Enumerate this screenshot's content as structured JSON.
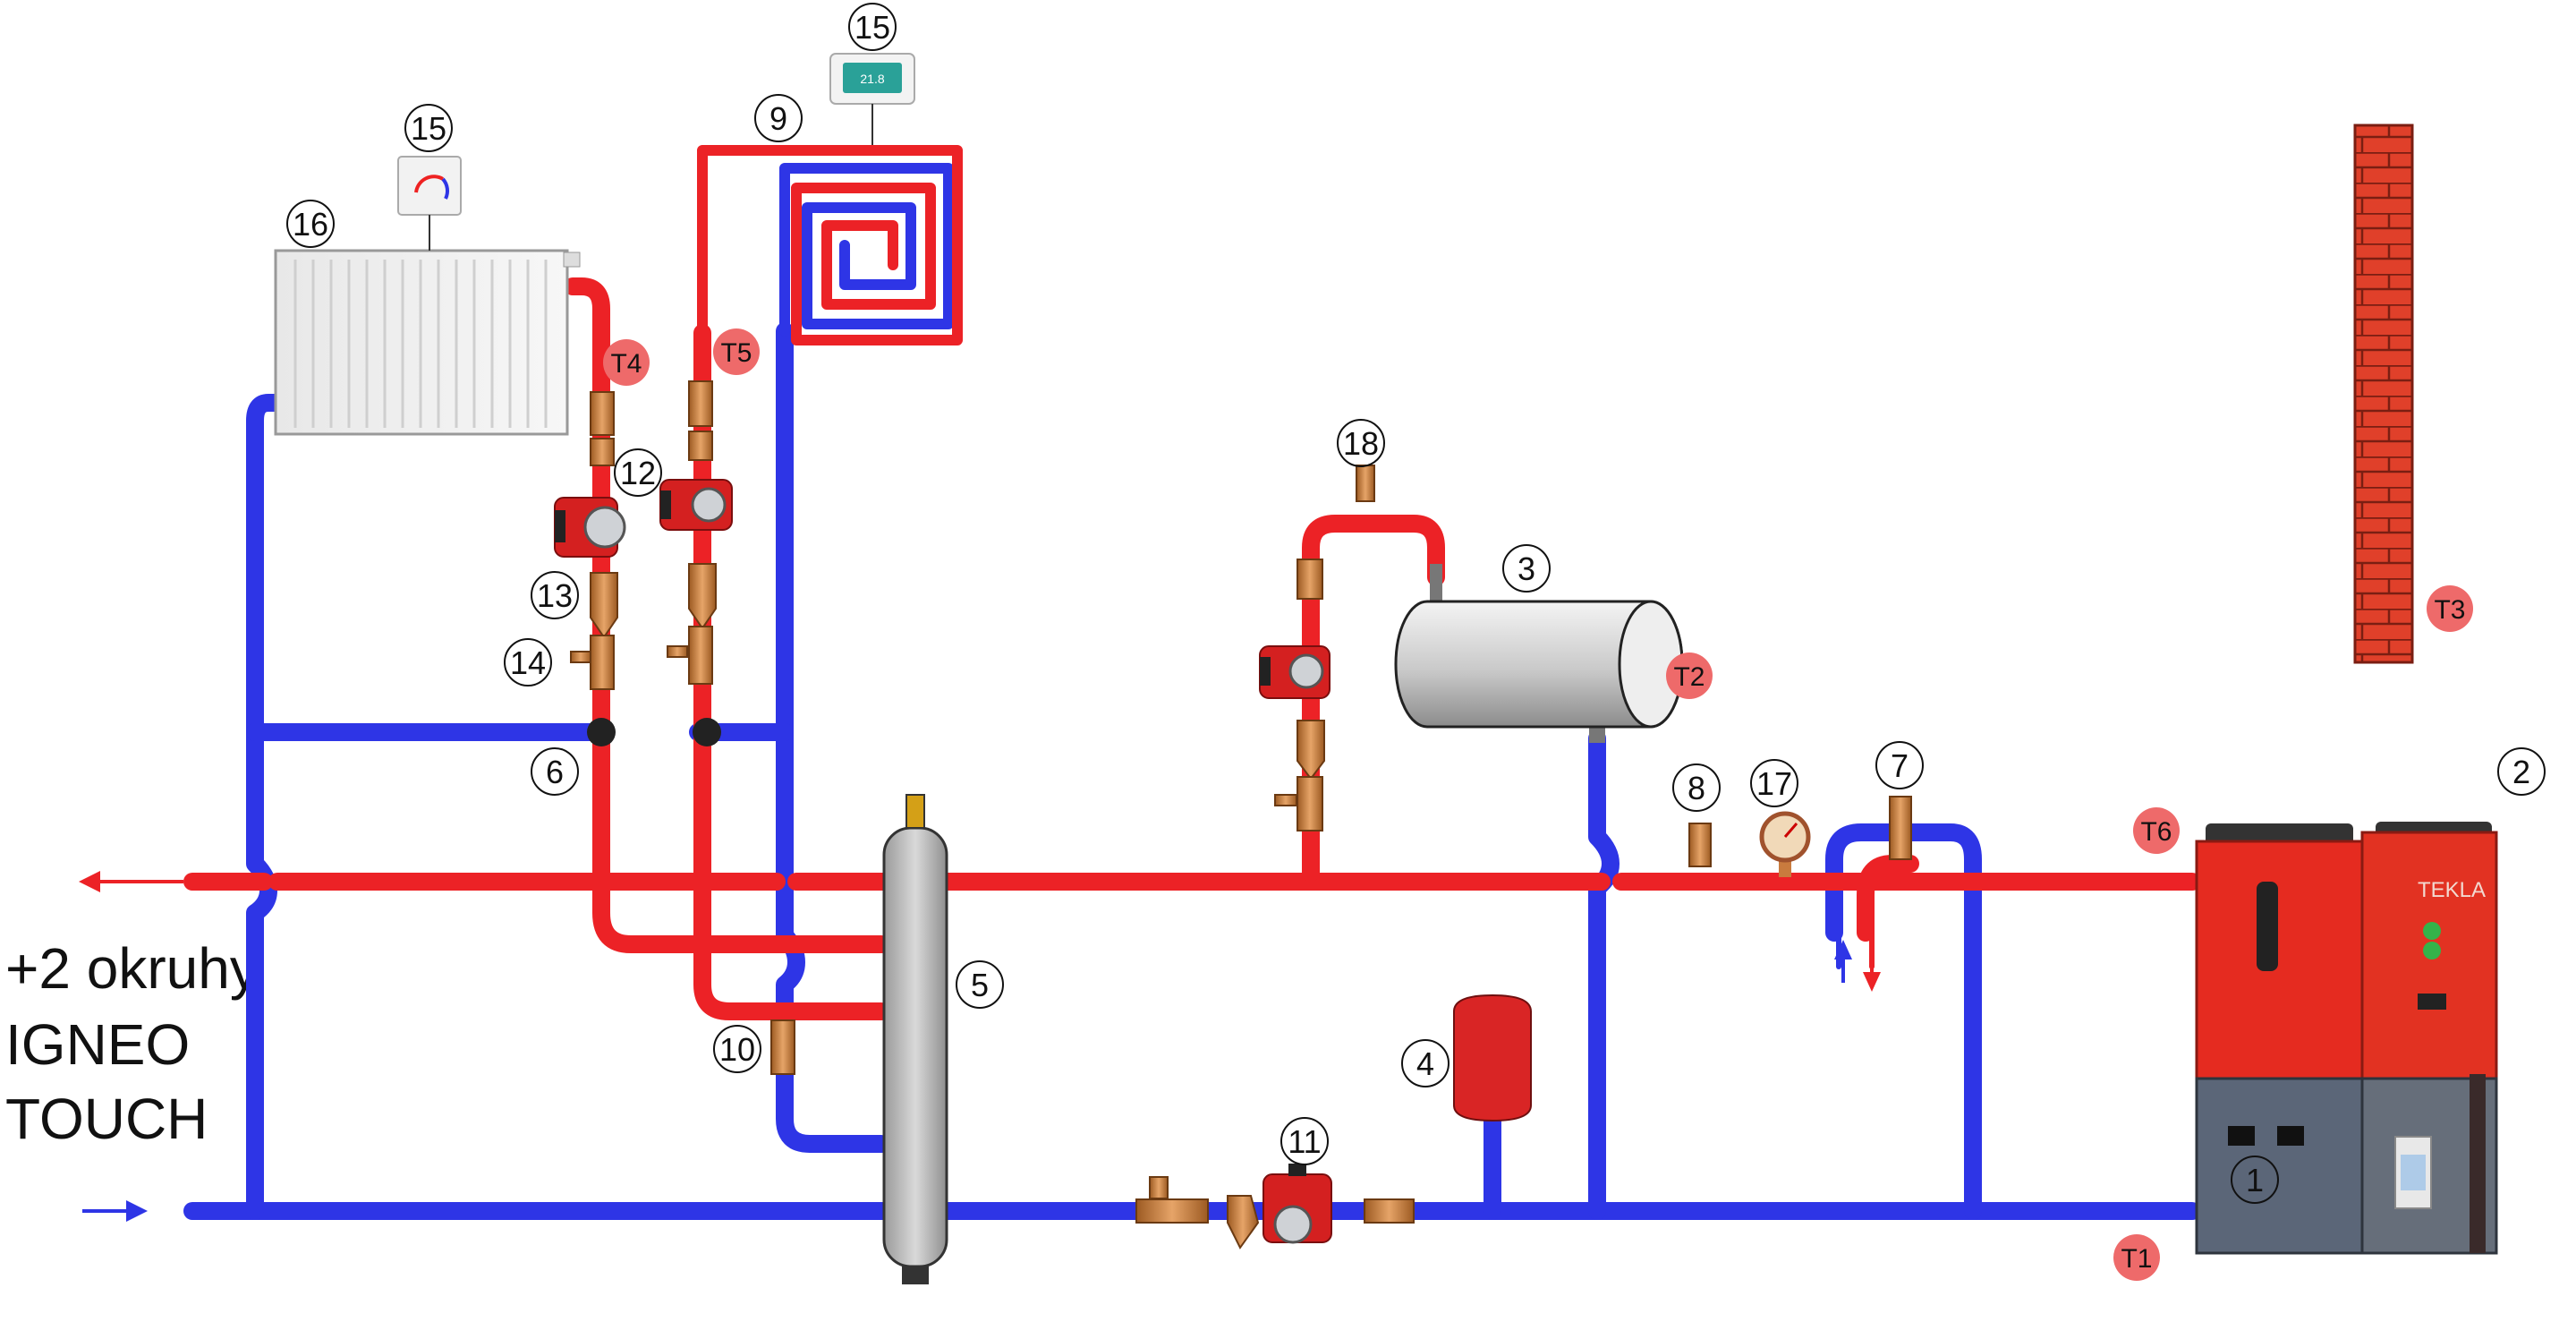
{
  "side_text": {
    "line1": "+2 okruhy",
    "line2": "IGNEO",
    "line3": "TOUCH"
  },
  "thermostat_display": "21.8",
  "boiler_brand": "TEKLA",
  "component_labels": {
    "boiler": "1",
    "pellet_hopper": "2",
    "buffer_tank": "3",
    "expansion_vessel": "4",
    "hydraulic_separator": "5",
    "ball_valve": "6",
    "thermostatic_valve": "7",
    "safety_valve": "8",
    "floor_heating": "9",
    "mixing_valve": "10",
    "boiler_pump": "11",
    "circuit_pump": "12",
    "strainer": "13",
    "shutoff_valve": "14",
    "thermostat_room": "15",
    "thermostat_floor": "15",
    "radiator": "16",
    "manometer": "17",
    "air_vent": "18"
  },
  "sensor_labels": {
    "t1": "T1",
    "t2": "T2",
    "t3": "T3",
    "t4": "T4",
    "t5": "T5",
    "t6": "T6"
  },
  "colors": {
    "supply": "#ec2226",
    "return": "#2e35e6",
    "sensor": "#ee6a6a",
    "boiler_red": "#e52b20",
    "boiler_grey": "#5b6678",
    "brick": "#e0402a",
    "brass": "#c97b3e"
  }
}
